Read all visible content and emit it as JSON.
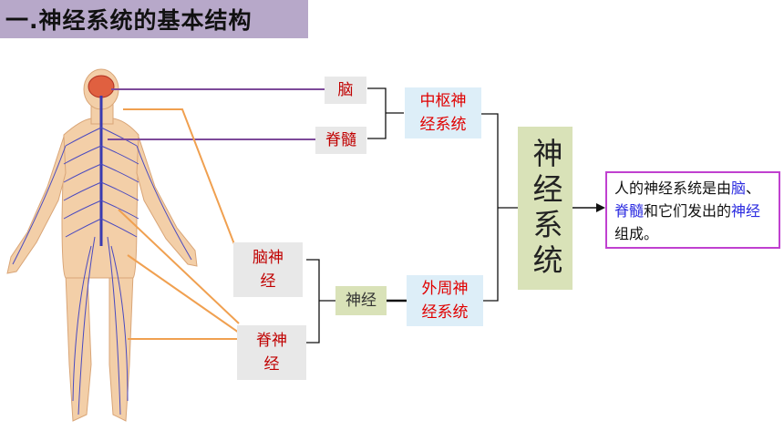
{
  "title": "一.神经系统的基本结构",
  "boxes": {
    "brain": "脑",
    "spinal_cord": "脊髓",
    "cns": [
      "中枢神",
      "经系统"
    ],
    "cranial_nerves": [
      "脑神",
      "经"
    ],
    "spinal_nerves": [
      "脊神",
      "经"
    ],
    "nerves": "神经",
    "pns": [
      "外周神",
      "经系统"
    ],
    "nervous_system": "神经系统"
  },
  "summary": {
    "part1": "人的神经系统是由",
    "brain": "脑",
    "sep": "、",
    "spinal_cord": "脊髓",
    "part2": "和它们发出的",
    "nerves": "神经",
    "part3": "组成。"
  },
  "colors": {
    "title_bg": "#b7a8c9",
    "purple_line": "#7d4a9a",
    "orange_line": "#f0a050",
    "highlight_blue": "#2a2ae0",
    "summary_border": "#c040d0"
  }
}
